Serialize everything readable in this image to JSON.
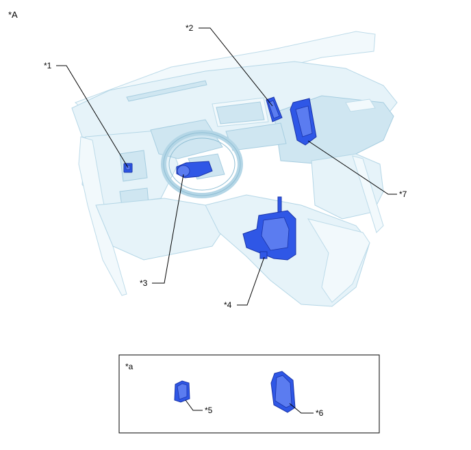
{
  "view_label": "*A",
  "callouts": {
    "c1": "*1",
    "c2": "*2",
    "c3": "*3",
    "c4": "*4",
    "c7": "*7"
  },
  "inset": {
    "label": "*a",
    "callouts": {
      "c5": "*5",
      "c6": "*6"
    }
  },
  "colors": {
    "highlight_part": "#2f57e6",
    "dashboard_fill": "#e6f3f9",
    "dashboard_outline": "#b4d6e6"
  }
}
